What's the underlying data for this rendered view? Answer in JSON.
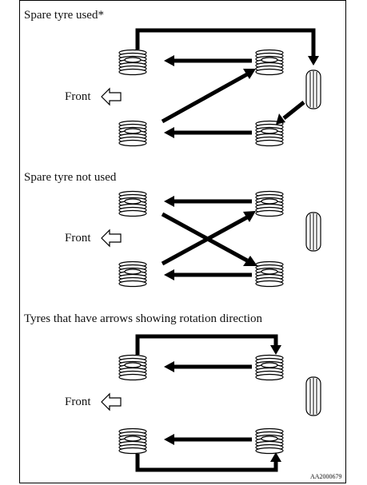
{
  "sections": [
    {
      "title": "Spare tyre used*",
      "front_label": "Front"
    },
    {
      "title": "Spare tyre not used",
      "front_label": "Front"
    },
    {
      "title": "Tyres that have arrows showing rotation direction",
      "front_label": "Front"
    }
  ],
  "figure_code": "AA2000679",
  "icons": {
    "tyre": "tyre-icon",
    "spare": "spare-tyre-icon",
    "front_arrow": "front-direction-arrow-icon",
    "rotation_arrow": "rotation-arrow-icon"
  }
}
